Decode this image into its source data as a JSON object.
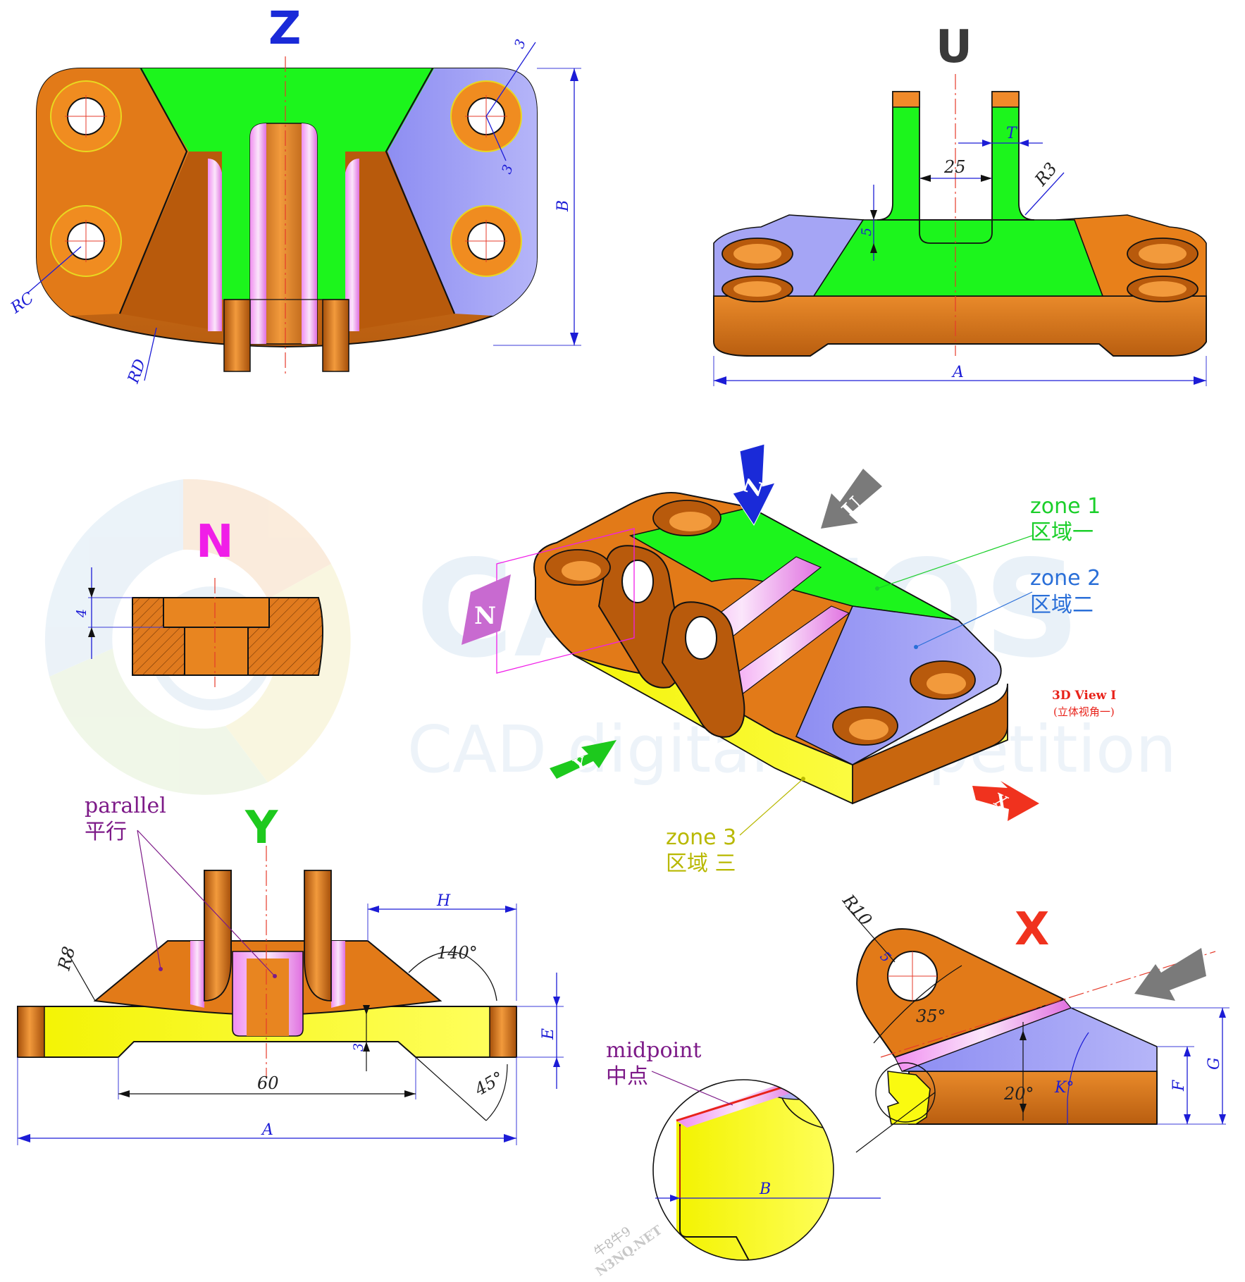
{
  "views": {
    "z": {
      "label": "Z",
      "color": "#1a2ad8",
      "dims": {
        "b": "B",
        "hole_off_1": "3",
        "hole_off_2": "3",
        "rc": "RC",
        "rd": "RD"
      }
    },
    "u": {
      "label": "U",
      "color": "#3a3a3a",
      "dims": {
        "t": "T",
        "w25": "25",
        "r3": "R3",
        "h5": "5",
        "a": "A"
      }
    },
    "n": {
      "label": "N",
      "color": "#f01ee8",
      "dims": {
        "d4": "4"
      }
    },
    "y": {
      "label": "Y",
      "color": "#1dc91d",
      "dims": {
        "h": "H",
        "ang140": "140°",
        "r8": "R8",
        "e": "E",
        "d3": "3",
        "d60": "60",
        "ang45": "45°",
        "a": "A"
      },
      "annotation": {
        "en": "parallel",
        "zh": "平行",
        "color": "#7d1a88"
      }
    },
    "x": {
      "label": "X",
      "color": "#f0321e",
      "dims": {
        "r10": "R10",
        "d5": "5",
        "ang35": "35°",
        "ang20": "20°",
        "k": "K°",
        "f": "F",
        "g": "G",
        "b": "B"
      },
      "annotation": {
        "en": "midpoint",
        "zh": "中点",
        "color": "#7d1a88"
      }
    }
  },
  "iso": {
    "caption_title": "3D View I",
    "caption_sub": "(立体视角一)",
    "caption_color": "#e8221a",
    "arrows": {
      "z": "Z",
      "u": "U",
      "n": "N",
      "y": "Y",
      "x": "X"
    },
    "zones": [
      {
        "en": "zone 1",
        "zh": "区域一",
        "color": "#1bcf2a"
      },
      {
        "en": "zone 2",
        "zh": "区域二",
        "color": "#2a6fd8"
      },
      {
        "en": "zone 3",
        "zh": "区域 三",
        "color": "#b8b800"
      }
    ]
  },
  "watermark": {
    "brand": "CADTIOS",
    "sub": "CAD digital competition",
    "site_1": "牛8牛9",
    "site_2": "N3NQ.NET"
  },
  "colors": {
    "orange": "#e27a18",
    "dark_orange": "#b85a0c",
    "green": "#1cf51c",
    "lavender": "#9f9ff5",
    "yellow": "#fafa10",
    "pink": "#f08ef0"
  }
}
